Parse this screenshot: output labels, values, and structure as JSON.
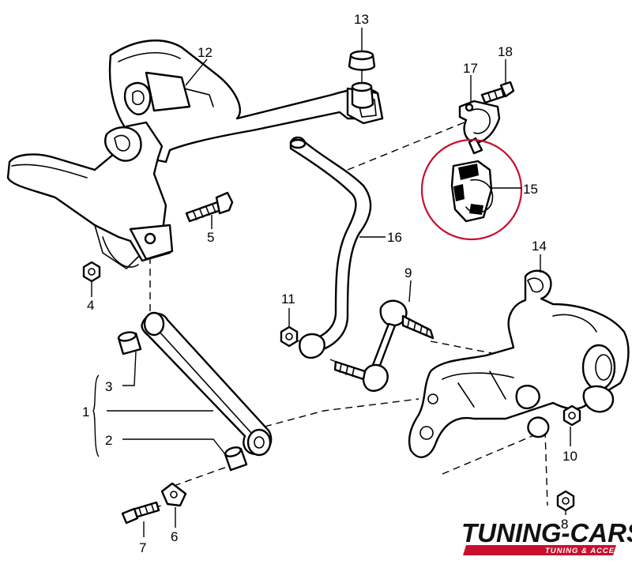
{
  "callouts": {
    "c1": "1",
    "c2": "2",
    "c3": "3",
    "c4": "4",
    "c5": "5",
    "c6": "6",
    "c7": "7",
    "c8": "8",
    "c9": "9",
    "c10": "10",
    "c11": "11",
    "c12": "12",
    "c13": "13",
    "c14": "14",
    "c15": "15",
    "c16": "16",
    "c17": "17",
    "c18": "18"
  },
  "highlight": {
    "part": "15",
    "color": "#c8102e"
  },
  "logo": {
    "name": "TUNING-CARS",
    "tagline": "TUNING & ACCESORII",
    "accent_color": "#c8102e"
  }
}
